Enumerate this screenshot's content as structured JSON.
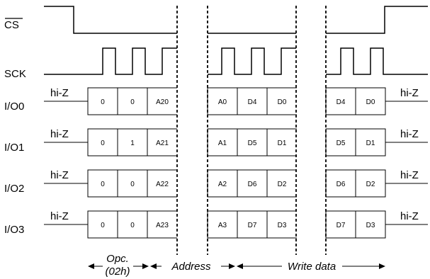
{
  "signals": {
    "cs": "CS",
    "sck": "SCK"
  },
  "hi_z": "hi-Z",
  "io_lines": [
    {
      "label": "I/O0",
      "groups": [
        [
          "0",
          "0",
          "A20"
        ],
        [
          "A0",
          "D4",
          "D0"
        ],
        [
          "D4",
          "D0"
        ]
      ]
    },
    {
      "label": "I/O1",
      "groups": [
        [
          "0",
          "1",
          "A21"
        ],
        [
          "A1",
          "D5",
          "D1"
        ],
        [
          "D5",
          "D1"
        ]
      ]
    },
    {
      "label": "I/O2",
      "groups": [
        [
          "0",
          "0",
          "A22"
        ],
        [
          "A2",
          "D6",
          "D2"
        ],
        [
          "D6",
          "D2"
        ]
      ]
    },
    {
      "label": "I/O3",
      "groups": [
        [
          "0",
          "0",
          "A23"
        ],
        [
          "A3",
          "D7",
          "D3"
        ],
        [
          "D7",
          "D3"
        ]
      ]
    }
  ],
  "phases": {
    "opcode_line1": "Opc.",
    "opcode_line2": "(02h)",
    "address": "Address",
    "write_data": "Write data"
  }
}
